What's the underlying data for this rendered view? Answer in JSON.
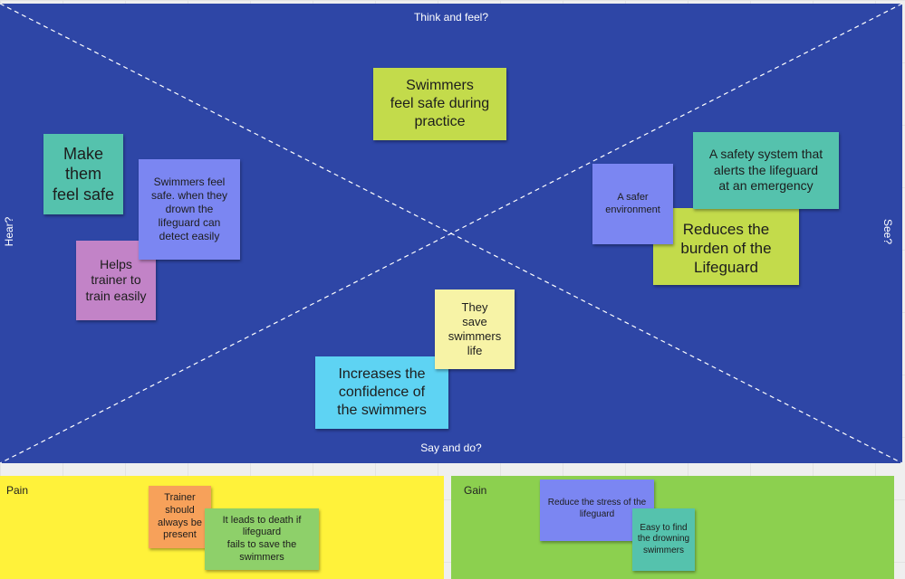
{
  "board": {
    "background_color": "#2e46a6",
    "labels": {
      "top": "Think and feel?",
      "bottom": "Say and do?",
      "left": "Hear?",
      "right": "See?"
    }
  },
  "notes": {
    "swimmers_feel_safe_practice": {
      "text": "Swimmers\nfeel safe during\npractice",
      "color": "#c3db4b"
    },
    "make_them_feel_safe": {
      "text": "Make\nthem\nfeel safe",
      "color": "#55c2ad"
    },
    "swimmers_feel_safe_drown": {
      "text": "Swimmers feel\nsafe. when they\ndrown the\nlifeguard can\ndetect easily",
      "color": "#7b86f2"
    },
    "helps_trainer": {
      "text": "Helps\ntrainer to\ntrain easily",
      "color": "#c283c7"
    },
    "a_safer_environment": {
      "text": "A safer\nenvironment",
      "color": "#7b86f2"
    },
    "safety_system_alerts": {
      "text": "A safety system that\nalerts the lifeguard\nat an emergency",
      "color": "#55c2ad"
    },
    "reduces_burden": {
      "text": "Reduces the\nburden of the\nLifeguard",
      "color": "#c3db4b"
    },
    "they_save_life": {
      "text": "They\nsave\nswimmers\nlife",
      "color": "#f7f3a6"
    },
    "increases_confidence": {
      "text": "Increases the\nconfidence of\nthe swimmers",
      "color": "#5ed3f3"
    },
    "trainer_present": {
      "text": "Trainer\nshould\nalways be\npresent",
      "color": "#f7a15a"
    },
    "leads_to_death": {
      "text": "It leads to death if\nlifeguard\nfails to save the\nswimmers",
      "color": "#8ed06a"
    },
    "reduce_stress": {
      "text": "Reduce the stress of the\nlifeguard",
      "color": "#7b86f2"
    },
    "easy_to_find": {
      "text": "Easy to find\nthe drowning\nswimmers",
      "color": "#55c2ad"
    }
  },
  "sections": {
    "pain": {
      "title": "Pain",
      "color": "#fff23a"
    },
    "gain": {
      "title": "Gain",
      "color": "#8cd04f"
    }
  }
}
